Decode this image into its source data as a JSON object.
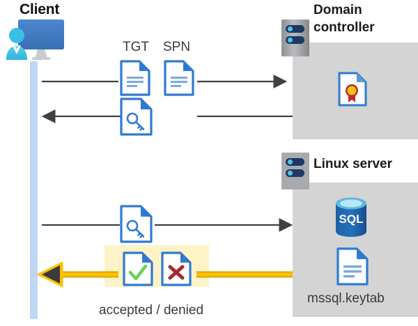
{
  "diagram": {
    "title_client": "Client",
    "title_domain_controller": "Domain\ncontroller",
    "title_domain_controller_line1": "Domain",
    "title_domain_controller_line2": "controller",
    "title_linux_server": "Linux server",
    "labels": {
      "tgt": "TGT",
      "spn": "SPN",
      "keytab_file": "mssql.keytab",
      "accepted_denied": "accepted / denied"
    },
    "icons": {
      "client": "user-at-monitor-icon",
      "server_rack_dc": "server-rack-icon",
      "server_rack_linux": "server-rack-icon",
      "tgt_doc": "document-icon",
      "spn_doc": "document-icon",
      "ticket_key_doc_up": "document-with-key-icon",
      "ticket_key_doc_down": "document-with-key-icon",
      "certificate": "certificate-document-icon",
      "sql_database": "sql-database-icon",
      "keytab_doc": "document-icon",
      "accepted_doc": "document-check-icon",
      "denied_doc": "document-cross-icon"
    },
    "arrows": [
      {
        "name": "client-to-dc-request",
        "direction": "right",
        "style": "plain",
        "color": "#404040"
      },
      {
        "name": "dc-to-client-ticket",
        "direction": "left",
        "style": "plain",
        "color": "#404040"
      },
      {
        "name": "client-to-linux-ticket",
        "direction": "right",
        "style": "plain",
        "color": "#404040"
      },
      {
        "name": "linux-to-client-result",
        "direction": "left",
        "style": "highlight",
        "color": "#ffc000"
      }
    ],
    "colors": {
      "lifeline": "#bdd7f5",
      "gray_panel": "#d4d4d4",
      "highlight_band": "#fdf3c7",
      "arrow_gray": "#404040",
      "arrow_yellow": "#ffc000",
      "doc_blue": "#2f7ad1",
      "accent_green": "#6fcf58",
      "accent_red": "#c0272d",
      "client_blue": "#3d7cc9",
      "client_cyan": "#3fc2ec",
      "cert_gold": "#f5c518",
      "sql_blue": "#1f5fa9"
    }
  }
}
